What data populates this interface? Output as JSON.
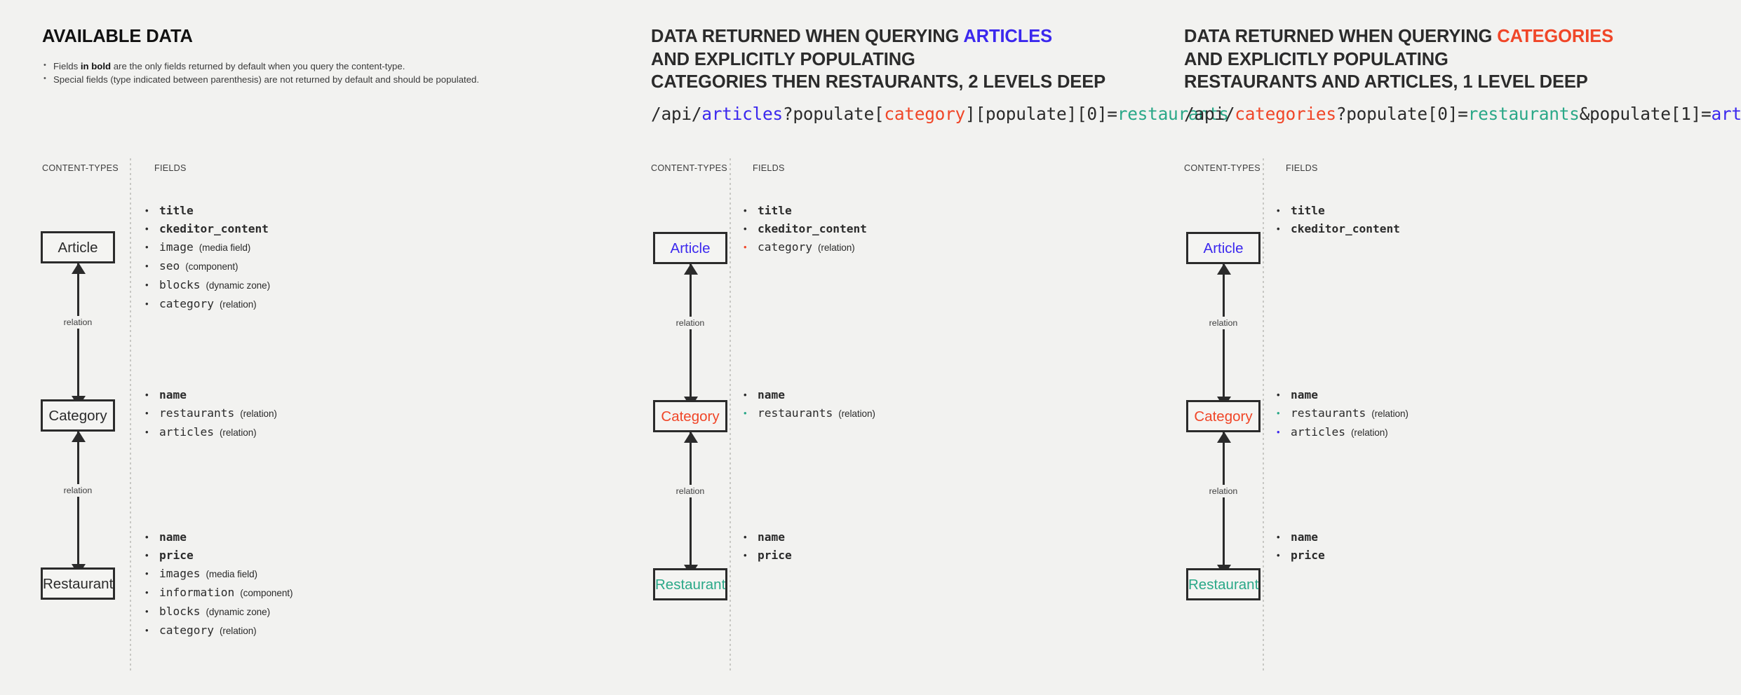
{
  "colors": {
    "background": "#f2f2f0",
    "ink": "#2b2b2b",
    "blue": "#3b28ee",
    "red": "#f04628",
    "teal": "#2aa888"
  },
  "column_labels": {
    "content_types": "CONTENT-TYPES",
    "fields": "FIELDS"
  },
  "relation_label": "relation",
  "panel1": {
    "title": "AVAILABLE DATA",
    "notes": [
      {
        "pre": "Fields ",
        "bold": "in bold",
        "post": " are the only fields returned by default when you query the content-type."
      },
      {
        "pre": "Special fields (type indicated between parenthesis) are not returned by default and should be populated.",
        "bold": "",
        "post": ""
      }
    ],
    "nodes": [
      {
        "label": "Article",
        "color": "dark"
      },
      {
        "label": "Category",
        "color": "dark"
      },
      {
        "label": "Restaurant",
        "color": "dark"
      }
    ],
    "fields": {
      "article": [
        {
          "name": "title",
          "type": "",
          "bold": true,
          "color": "dark"
        },
        {
          "name": "ckeditor_content",
          "type": "",
          "bold": true,
          "color": "dark"
        },
        {
          "name": "image",
          "type": "(media field)",
          "bold": false,
          "color": "dark"
        },
        {
          "name": "seo",
          "type": "(component)",
          "bold": false,
          "color": "dark"
        },
        {
          "name": "blocks",
          "type": "(dynamic zone)",
          "bold": false,
          "color": "dark"
        },
        {
          "name": "category",
          "type": "(relation)",
          "bold": false,
          "color": "dark"
        }
      ],
      "category": [
        {
          "name": "name",
          "type": "",
          "bold": true,
          "color": "dark"
        },
        {
          "name": "restaurants",
          "type": "(relation)",
          "bold": false,
          "color": "dark"
        },
        {
          "name": "articles",
          "type": "(relation)",
          "bold": false,
          "color": "dark"
        }
      ],
      "restaurant": [
        {
          "name": "name",
          "type": "",
          "bold": true,
          "color": "dark"
        },
        {
          "name": "price",
          "type": "",
          "bold": true,
          "color": "dark"
        },
        {
          "name": "images",
          "type": "(media field)",
          "bold": false,
          "color": "dark"
        },
        {
          "name": "information",
          "type": "(component)",
          "bold": false,
          "color": "dark"
        },
        {
          "name": "blocks",
          "type": "(dynamic zone)",
          "bold": false,
          "color": "dark"
        },
        {
          "name": "category",
          "type": "(relation)",
          "bold": false,
          "color": "dark"
        }
      ]
    }
  },
  "panel2": {
    "title_lines": [
      [
        {
          "t": "DATA RETURNED WHEN QUERYING ",
          "c": "dark"
        },
        {
          "t": "ARTICLES",
          "c": "blue"
        }
      ],
      [
        {
          "t": "AND EXPLICITLY POPULATING",
          "c": "dark"
        }
      ],
      [
        {
          "t": "CATEGORIES THEN RESTAURANTS, 2 LEVELS DEEP",
          "c": "dark"
        }
      ]
    ],
    "api_path": [
      {
        "t": "/api/",
        "c": "dark"
      },
      {
        "t": "articles",
        "c": "blue"
      },
      {
        "t": "?populate[",
        "c": "dark"
      },
      {
        "t": "category",
        "c": "red"
      },
      {
        "t": "][populate][0]=",
        "c": "dark"
      },
      {
        "t": "restaurants",
        "c": "teal"
      }
    ],
    "nodes": [
      {
        "label": "Article",
        "color": "blue"
      },
      {
        "label": "Category",
        "color": "red"
      },
      {
        "label": "Restaurant",
        "color": "teal"
      }
    ],
    "fields": {
      "article": [
        {
          "name": "title",
          "type": "",
          "bold": true,
          "color": "dark"
        },
        {
          "name": "ckeditor_content",
          "type": "",
          "bold": true,
          "color": "dark"
        },
        {
          "name": "category",
          "type": "(relation)",
          "bold": false,
          "color": "red"
        }
      ],
      "category": [
        {
          "name": "name",
          "type": "",
          "bold": true,
          "color": "dark"
        },
        {
          "name": "restaurants",
          "type": "(relation)",
          "bold": false,
          "color": "teal"
        }
      ],
      "restaurant": [
        {
          "name": "name",
          "type": "",
          "bold": true,
          "color": "dark"
        },
        {
          "name": "price",
          "type": "",
          "bold": true,
          "color": "dark"
        }
      ]
    }
  },
  "panel3": {
    "title_lines": [
      [
        {
          "t": "DATA RETURNED WHEN QUERYING ",
          "c": "dark"
        },
        {
          "t": "CATEGORIES",
          "c": "red"
        }
      ],
      [
        {
          "t": "AND EXPLICITLY POPULATING",
          "c": "dark"
        }
      ],
      [
        {
          "t": "RESTAURANTS AND ARTICLES, 1 LEVEL DEEP",
          "c": "dark"
        }
      ]
    ],
    "api_path": [
      {
        "t": "/api/",
        "c": "dark"
      },
      {
        "t": "categories",
        "c": "red"
      },
      {
        "t": "?populate[0]=",
        "c": "dark"
      },
      {
        "t": "restaurants",
        "c": "teal"
      },
      {
        "t": "&populate[1]=",
        "c": "dark"
      },
      {
        "t": "articles",
        "c": "blue"
      }
    ],
    "nodes": [
      {
        "label": "Article",
        "color": "blue"
      },
      {
        "label": "Category",
        "color": "red"
      },
      {
        "label": "Restaurant",
        "color": "teal"
      }
    ],
    "fields": {
      "article": [
        {
          "name": "title",
          "type": "",
          "bold": true,
          "color": "dark"
        },
        {
          "name": "ckeditor_content",
          "type": "",
          "bold": true,
          "color": "dark"
        }
      ],
      "category": [
        {
          "name": "name",
          "type": "",
          "bold": true,
          "color": "dark"
        },
        {
          "name": "restaurants",
          "type": "(relation)",
          "bold": false,
          "color": "teal"
        },
        {
          "name": "articles",
          "type": "(relation)",
          "bold": false,
          "color": "blue"
        }
      ],
      "restaurant": [
        {
          "name": "name",
          "type": "",
          "bold": true,
          "color": "dark"
        },
        {
          "name": "price",
          "type": "",
          "bold": true,
          "color": "dark"
        }
      ]
    }
  }
}
